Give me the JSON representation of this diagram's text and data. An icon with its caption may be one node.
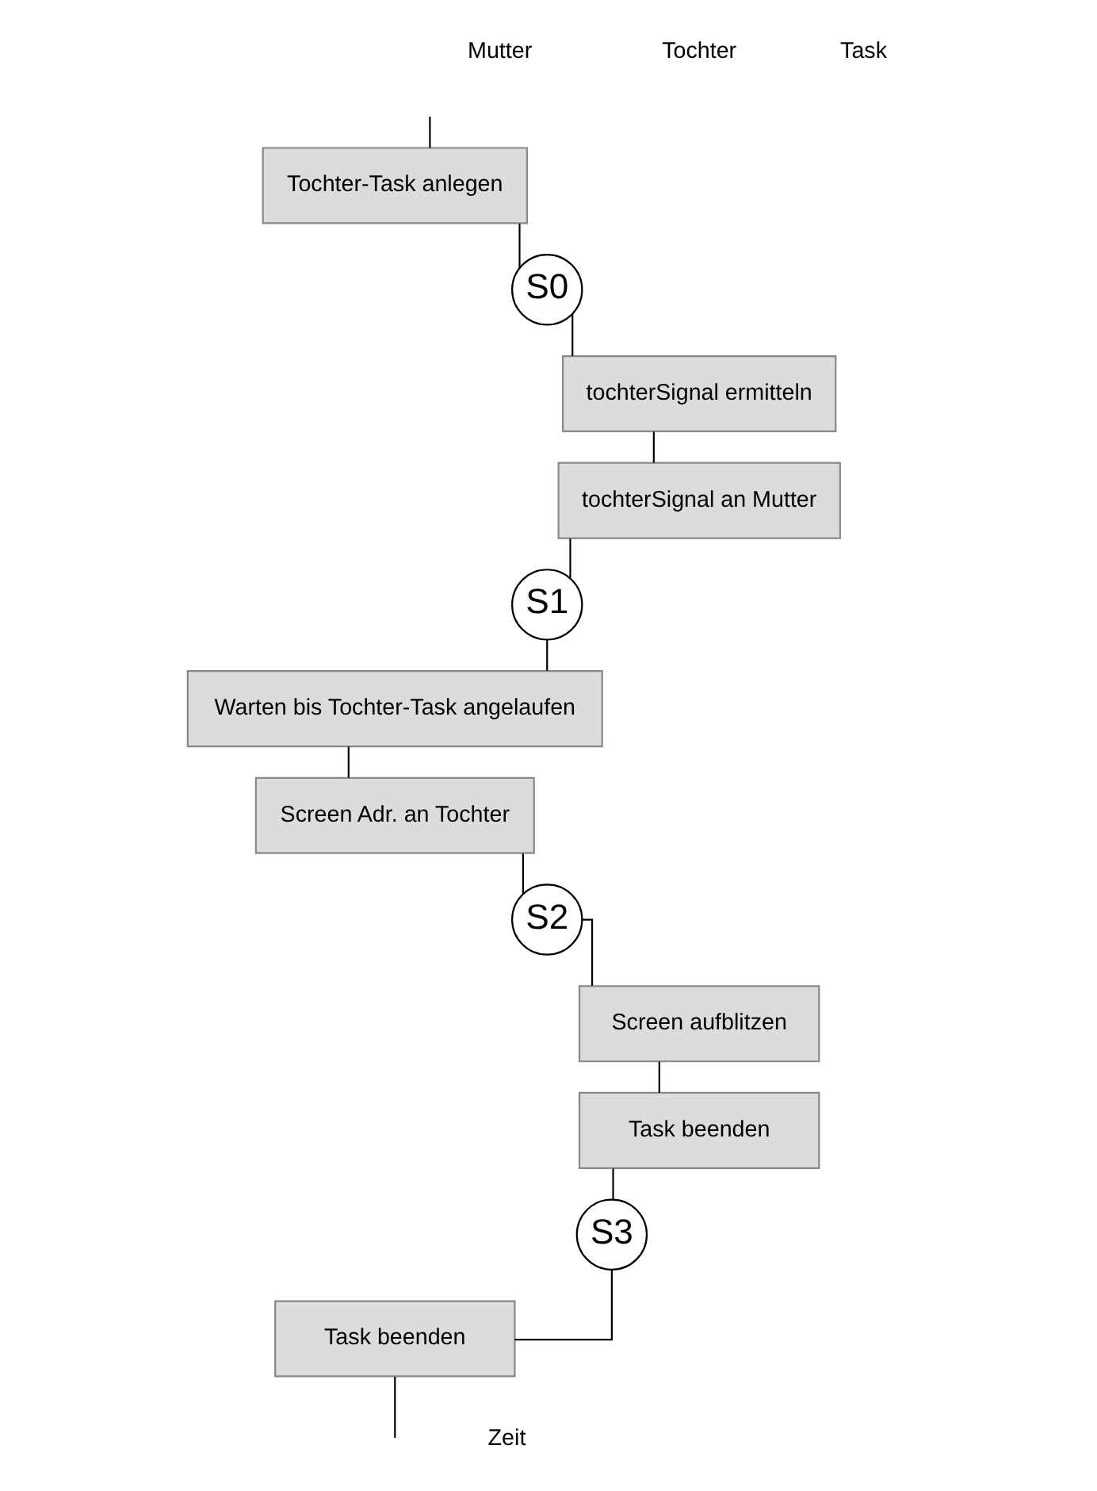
{
  "diagram": {
    "nodes": [
      {
        "text": [
          "Tochter-Task anlegen"
        ]
      },
      {
        "text": [
          "S0"
        ]
      },
      {
        "text": [
          "tochterSignal ermitteln"
        ]
      },
      {
        "text": [
          "tochterSignal an Mutter"
        ]
      },
      {
        "text": [
          "S1"
        ]
      },
      {
        "text": [
          "Warten bis Tochter-Task angelaufen"
        ]
      },
      {
        "text": [
          "Screen Adr. an Tochter"
        ]
      },
      {
        "text": [
          "S2"
        ]
      },
      {
        "text": [
          "Screen aufblitzen"
        ]
      },
      {
        "text": [
          "Task beenden"
        ]
      },
      {
        "text": [
          "S3"
        ]
      },
      {
        "text": [
          "Task beenden"
        ]
      }
    ],
    "edges": [
      {
        "from": null,
        "to": 0,
        "arrow": "none"
      },
      {
        "from": 0,
        "to": 1,
        "arrow": "none"
      },
      {
        "from": 1,
        "to": 2,
        "arrow": "none"
      },
      {
        "from": 2,
        "to": 3,
        "arrow": "none"
      },
      {
        "from": 3,
        "to": 4,
        "arrow": "none"
      },
      {
        "from": 4,
        "to": 5,
        "arrow": "none"
      },
      {
        "from": 5,
        "to": 6,
        "arrow": "none"
      },
      {
        "from": 6,
        "to": 7,
        "arrow": "none"
      },
      {
        "from": 7,
        "to": 8,
        "arrow": "none"
      },
      {
        "from": 8,
        "to": 9,
        "arrow": "none"
      },
      {
        "from": 9,
        "to": 10,
        "arrow": "none"
      },
      {
        "from": 10,
        "to": 11,
        "arrow": "none"
      },
      {
        "from": 11,
        "to": null,
        "arrow": "none"
      }
    ],
    "labels": [
      "Mutter",
      "Tochter",
      "Task",
      "Zeit"
    ]
  }
}
